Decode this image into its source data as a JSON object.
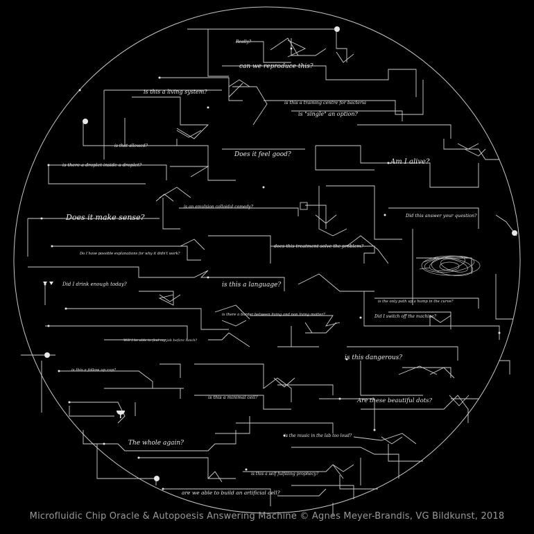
{
  "artwork": {
    "credit": "Microfluidic Chip Oracle & Autopoesis Answering Machine © Agnes Meyer-Brandis, VG Bildkunst, 2018",
    "background_color": "#000000",
    "line_color": "#d0d0d0"
  },
  "questions": [
    "Really?",
    "can we reproduce this?",
    "is this a living system?",
    "is this a training centre for bacteria",
    "is \"single\" an option?",
    "is that allowed?",
    "Does it feel good?",
    "is there a droplet inside a droplet?",
    "Am I alive?",
    "is an emulsion colloidal comedy?",
    "Does it make sense?",
    "Did this answer your question?",
    "does this treatment solve the problem?",
    "Do I have possible explanations for why it didn't work?",
    "Did I drink enough today?",
    "is this a language?",
    "is the only path up a hump in the curve?",
    "is there a border between living and non living matter?",
    "Did I switch off the machine?",
    "Will I be able to find my job before lunch?",
    "is this dangerous?",
    "is this a follow up cup?",
    "is this a minimal cell?",
    "Are these beautiful dots?",
    "The whole again?",
    "is the music in the lab too loud?",
    "is this a self fulfilling prophecy?",
    "are we able to build an artificial cell?"
  ]
}
